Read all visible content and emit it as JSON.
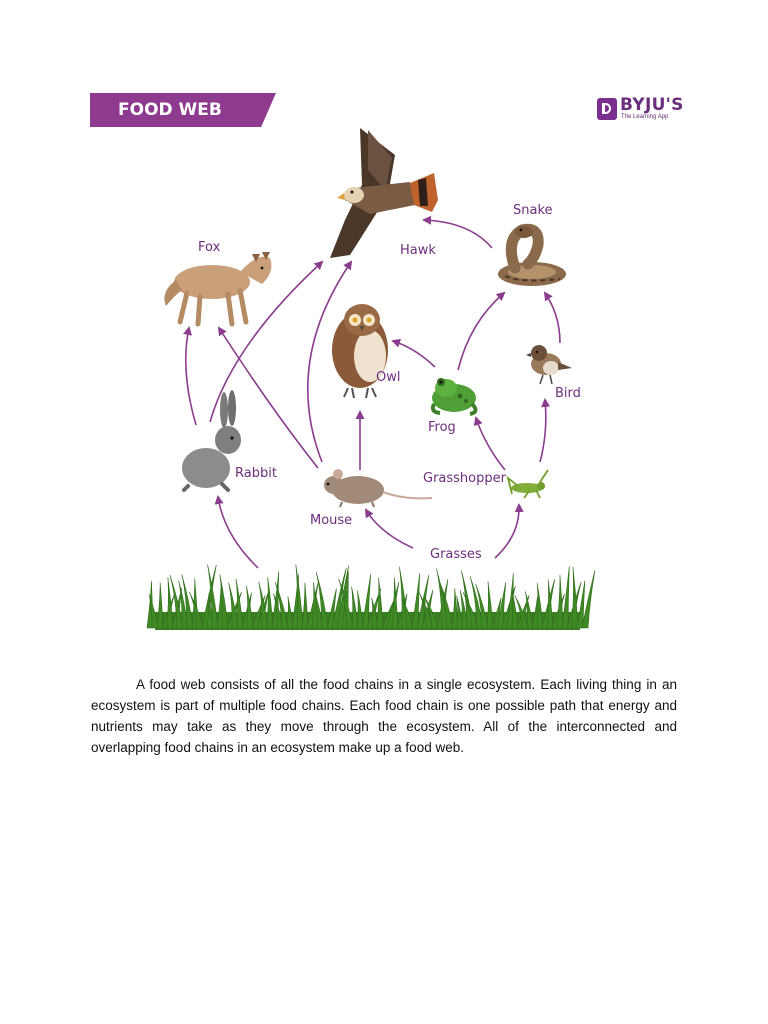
{
  "header": {
    "title": "FOOD WEB",
    "logo_name": "BYJU'S",
    "logo_tagline": "The Learning App"
  },
  "organisms": {
    "hawk": "Hawk",
    "snake": "Snake",
    "fox": "Fox",
    "owl": "Owl",
    "bird": "Bird",
    "frog": "Frog",
    "rabbit": "Rabbit",
    "grasshopper": "Grasshopper",
    "mouse": "Mouse",
    "grasses": "Grasses"
  },
  "colors": {
    "brand_purple": "#8e3a8e",
    "arrow_purple": "#8b3c8f",
    "label_purple": "#6d2f7d",
    "grass_green": "#3f8a25"
  },
  "description": "A food web consists of all the food chains in a single ecosystem. Each living thing in an ecosystem is part of multiple food chains. Each food chain is one possible path that energy and nutrients may take as they move through the ecosystem. All of the interconnected and overlapping food chains in an ecosystem make up a food web."
}
